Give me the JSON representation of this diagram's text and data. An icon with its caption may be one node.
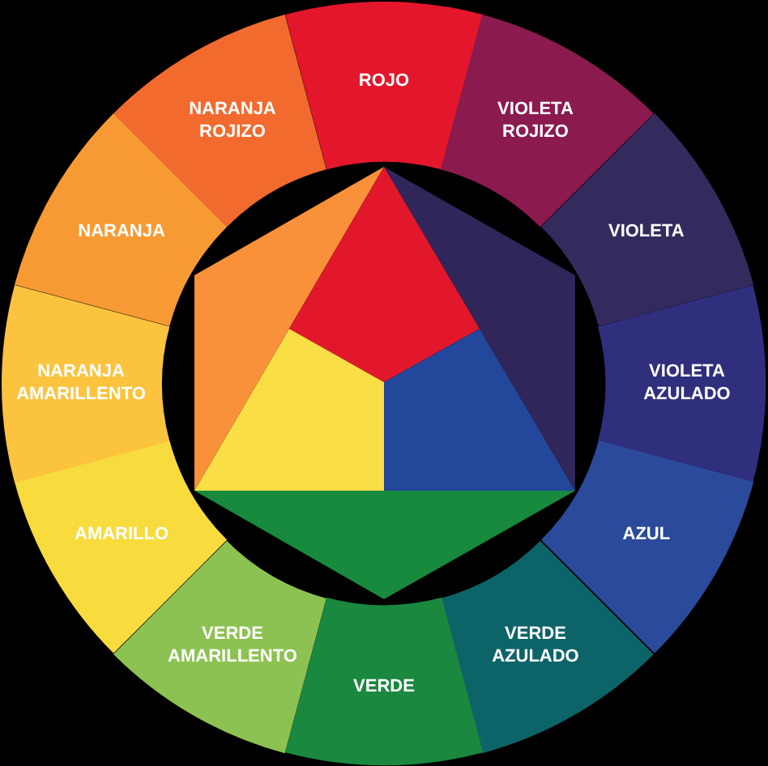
{
  "diagram": {
    "nodes": [
      {
        "text": [
          "ROJO"
        ]
      },
      {
        "text": [
          "VIOLETA ROJIZO"
        ]
      },
      {
        "text": [
          "VIOLETA"
        ]
      },
      {
        "text": [
          "VIOLETA AZULADO"
        ]
      },
      {
        "text": [
          "AZUL"
        ]
      },
      {
        "text": [
          "VERDE AZULADO"
        ]
      },
      {
        "text": [
          "VERDE"
        ]
      },
      {
        "text": [
          "VERDE AMARILLENTO"
        ]
      },
      {
        "text": [
          "AMARILLO"
        ]
      },
      {
        "text": [
          "NARANJA AMARILLENTO"
        ]
      },
      {
        "text": [
          "NARANJA"
        ]
      },
      {
        "text": [
          "NARANJA ROJIZO"
        ]
      }
    ]
  }
}
